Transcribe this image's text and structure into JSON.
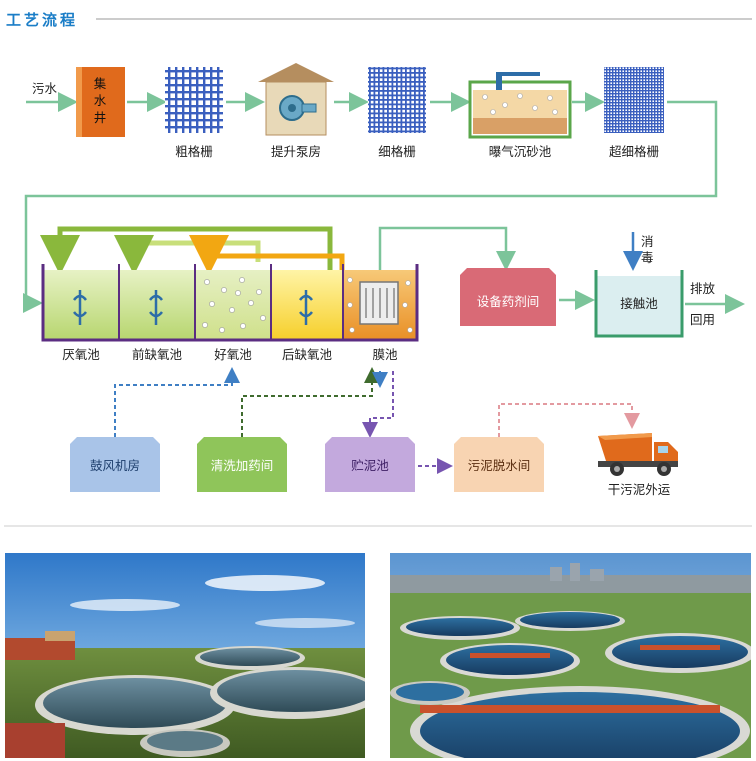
{
  "section_title": "工艺流程",
  "inputs": {
    "sewage": "污水",
    "disinfect": "消毒"
  },
  "pretreatment": {
    "collect_well": "集水井",
    "coarse_screen": "粗格栅",
    "lift_pump": "提升泵房",
    "fine_screen": "细格栅",
    "aerated_grit": "曝气沉砂池",
    "ultrafine_screen": "超细格栅"
  },
  "tanks": {
    "anoxic": "厌氧池",
    "pre_anoxic": "前缺氧池",
    "aerobic": "好氧池",
    "post_anoxic": "后缺氧池",
    "membrane": "膜池"
  },
  "side_units": {
    "equipment_room": "设备药剂间",
    "contact_tank": "接触池"
  },
  "discharge": {
    "line1": "排放",
    "line2": "回用"
  },
  "support_units": {
    "blower": "鼓风机房",
    "cleaning_dosing": "清洗加药间",
    "sludge_storage": "贮泥池",
    "dewatering": "污泥脱水间"
  },
  "sludge_out": "干污泥外运",
  "colors": {
    "accent_blue": "#1a7dc7",
    "flow_green": "#7cc49a",
    "recycle_green": "#8ab83c",
    "recycle_yellow": "#f2a712",
    "tank_outline": "#5b2d82"
  }
}
